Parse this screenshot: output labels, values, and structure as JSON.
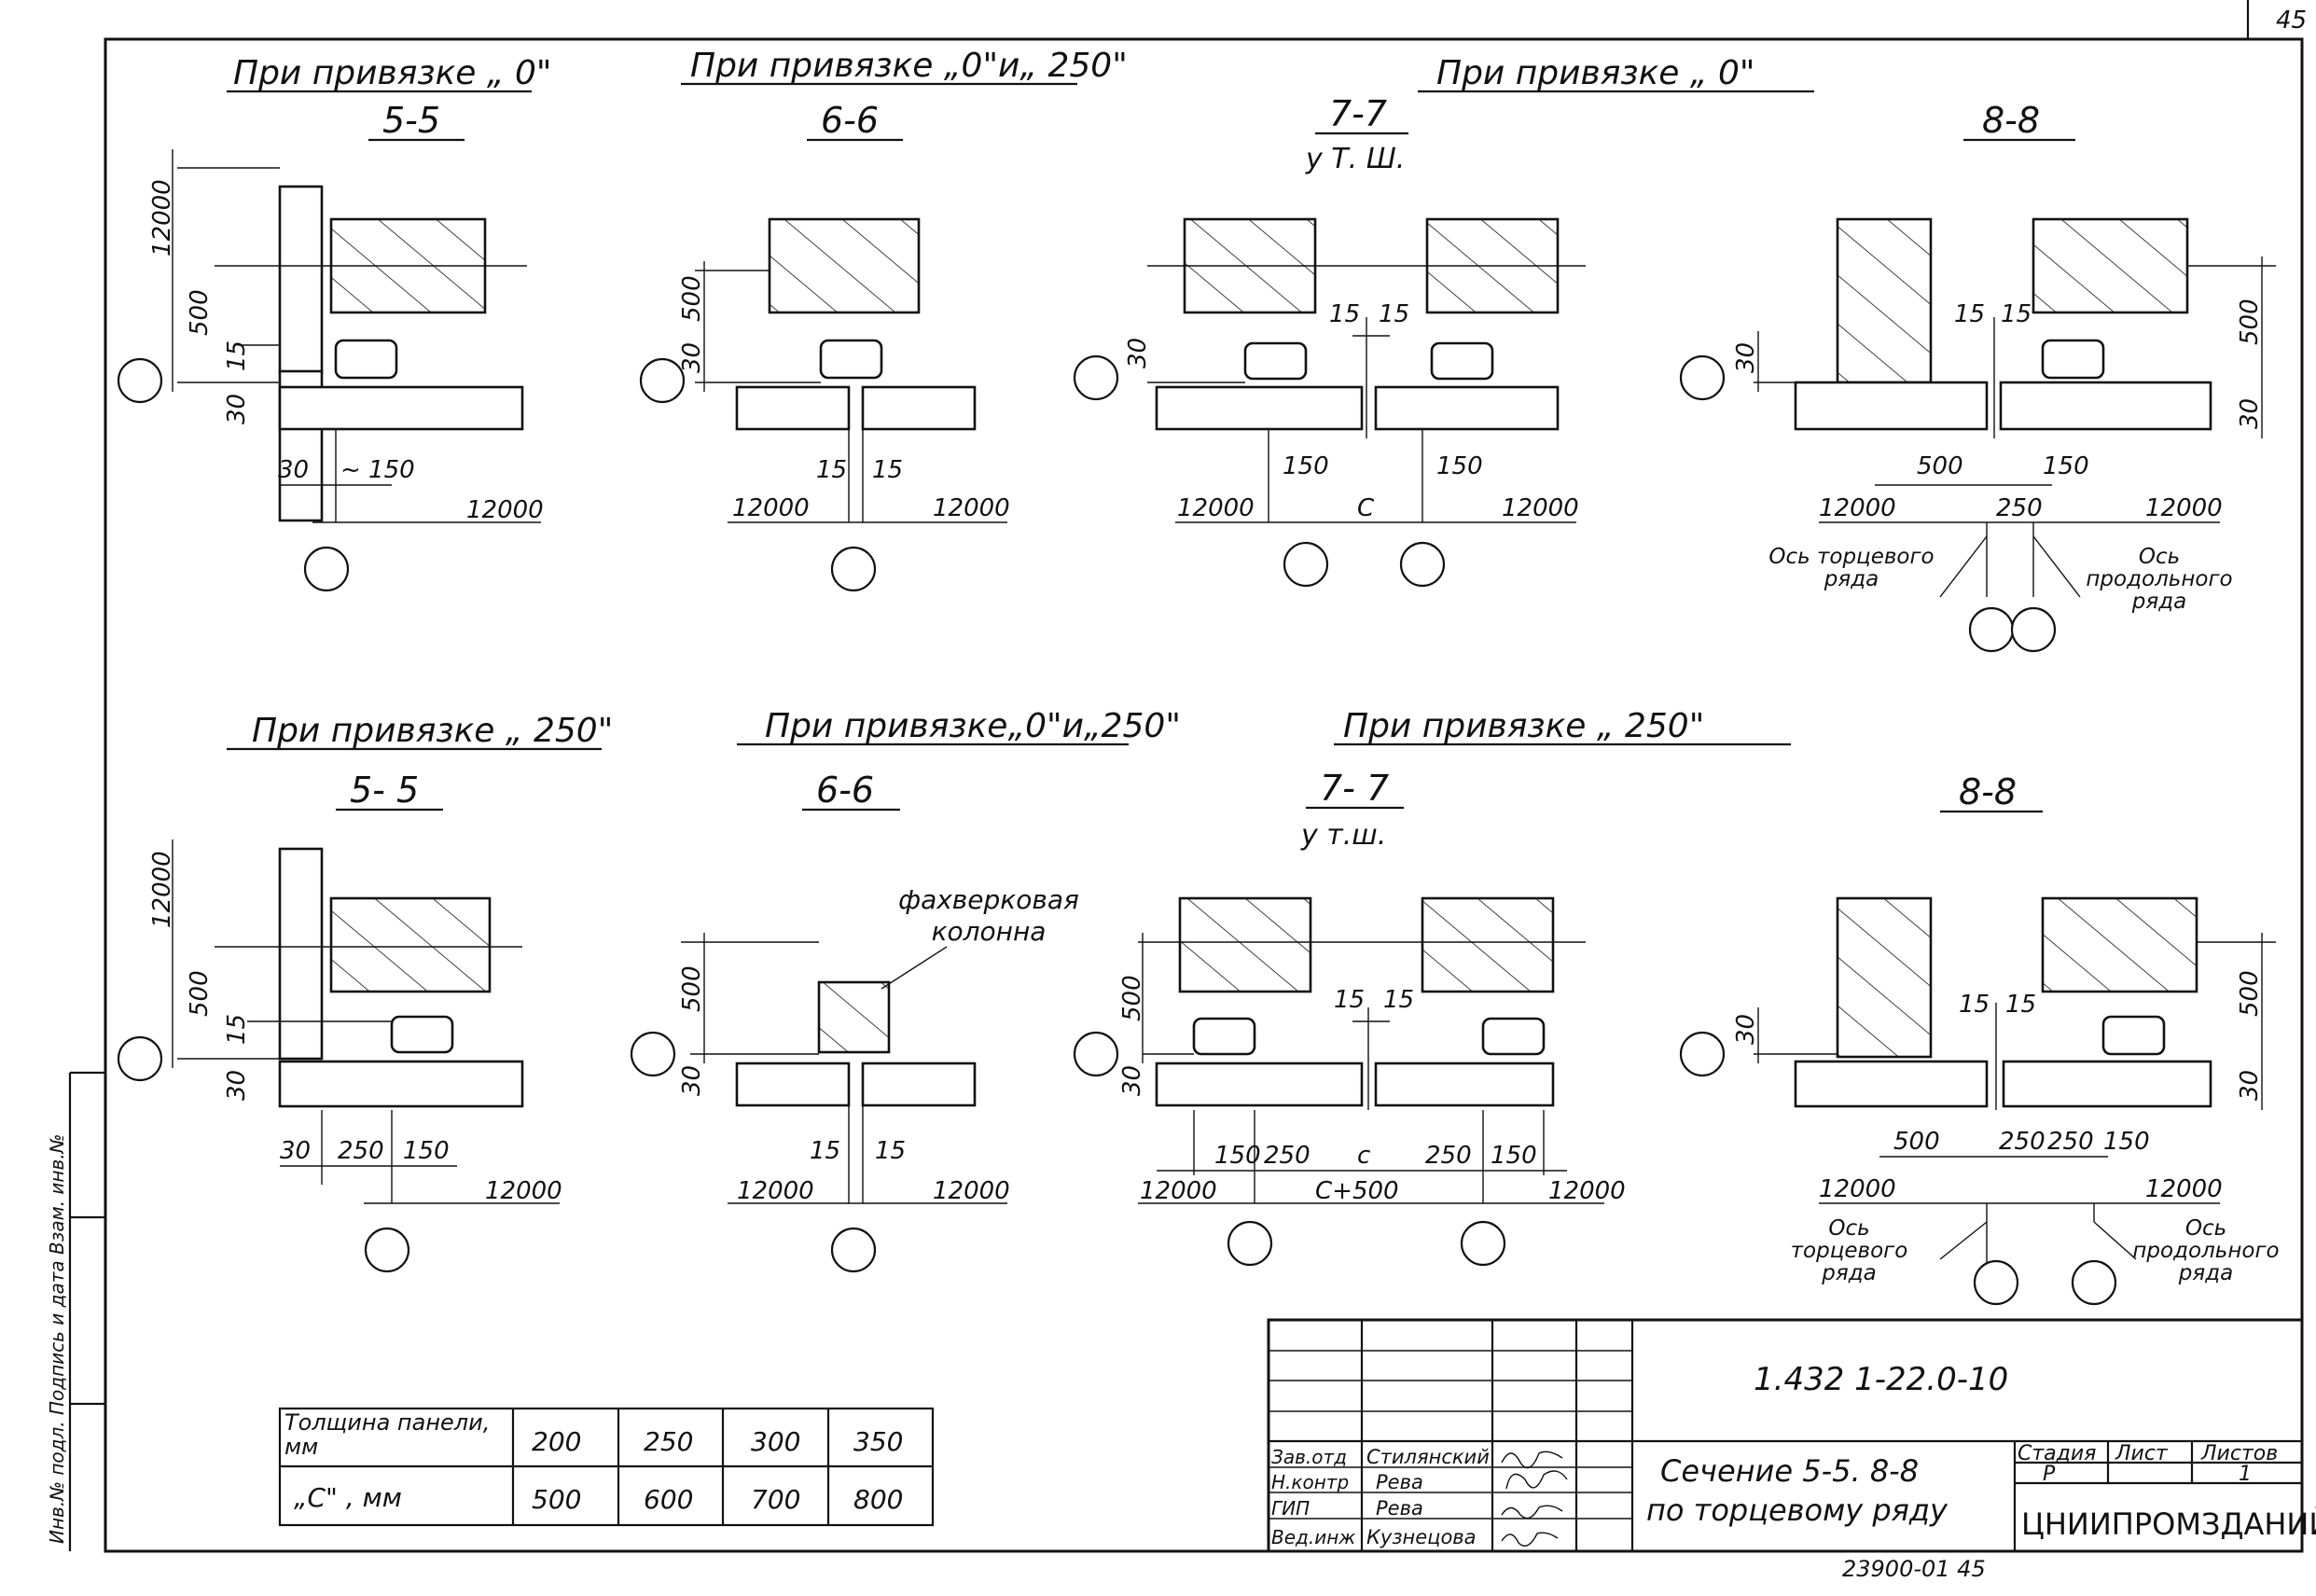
{
  "page_number": "45",
  "top_row": {
    "group1_title": "При привязке „ 0\"",
    "group2_title": "При привязке „0\"и„ 250\"",
    "group3_title": "При привязке „ 0\"",
    "sec_5_5": {
      "label": "5-5",
      "dims": {
        "h12000": "12000",
        "h500": "500",
        "h15": "15",
        "h30": "30",
        "b30": "30",
        "b150": "~ 150",
        "b12000": "12000"
      }
    },
    "sec_6_6": {
      "label": "6-6",
      "dims": {
        "h500": "500",
        "h30": "30",
        "b15a": "15",
        "b15b": "15",
        "l12000": "12000",
        "r12000": "12000"
      }
    },
    "sec_7_7": {
      "label": "7-7",
      "sub": "у Т. Ш.",
      "dims": {
        "h30": "30",
        "t15a": "15",
        "t15b": "15",
        "b150a": "150",
        "b150b": "150",
        "l12000": "12000",
        "c": "С",
        "r12000": "12000"
      }
    },
    "sec_8_8": {
      "label": "8-8",
      "dims": {
        "h30l": "30",
        "t15a": "15",
        "t15b": "15",
        "h500": "500",
        "h30r": "30",
        "b500": "500",
        "b150": "150",
        "l12000": "12000",
        "m250": "250",
        "r12000": "12000"
      },
      "axis_end": "Ось торцевого ряда",
      "axis_long": "Ось продольного ряда"
    }
  },
  "bottom_row": {
    "group1_title": "При привязке „ 250\"",
    "group2_title": "При привязке„0\"и„250\"",
    "group3_title": "При привязке „ 250\"",
    "sec_5_5": {
      "label": "5- 5",
      "dims": {
        "h12000": "12000",
        "h500": "500",
        "h15": "15",
        "h30": "30",
        "b30": "30",
        "b250": "250",
        "b150": "150",
        "b12000": "12000"
      }
    },
    "sec_6_6": {
      "label": "6-6",
      "column_note": "фахверковая колонна",
      "dims": {
        "h500": "500",
        "h30": "30",
        "b15a": "15",
        "b15b": "15",
        "l12000": "12000",
        "r12000": "12000"
      }
    },
    "sec_7_7": {
      "label": "7- 7",
      "sub": "у т.ш.",
      "dims": {
        "h500": "500",
        "h30": "30",
        "t15a": "15",
        "t15b": "15",
        "b150a": "150",
        "b250a": "250",
        "bc": "с",
        "b250b": "250",
        "b150b": "150",
        "l12000": "12000",
        "c500": "С+500",
        "r12000": "12000"
      }
    },
    "sec_8_8": {
      "label": "8-8",
      "dims": {
        "h30l": "30",
        "t15a": "15",
        "t15b": "15",
        "h500": "500",
        "h30r": "30",
        "b500": "500",
        "b250a": "250",
        "b250b": "250",
        "b150": "150",
        "l12000": "12000",
        "r12000": "12000"
      },
      "axis_end": "Ось торцевого ряда",
      "axis_long": "Ось продольного ряда"
    }
  },
  "thickness_table": {
    "row1_label": "Толщина панели, мм",
    "row2_label": "„С\" , мм",
    "values_thickness": [
      "200",
      "250",
      "300",
      "350"
    ],
    "values_c": [
      "500",
      "600",
      "700",
      "800"
    ]
  },
  "title_block": {
    "code": "1.432 1-22.0-10",
    "title_line1": "Сечение 5-5. 8-8",
    "title_line2": "по торцевому ряду",
    "stage_header": "Стадия",
    "sheet_header": "Лист",
    "sheets_header": "Листов",
    "stage_value": "Р",
    "sheets_value": "1",
    "org": "ЦНИИПРОМЗДАНИЙ",
    "roles": [
      "Зав.отд",
      "Н.контр",
      "ГИП",
      "Вед.инж"
    ],
    "names": [
      "Стилянский",
      "Рева",
      "Рева",
      "Кузнецова"
    ],
    "bottom_code": "23900-01 45"
  },
  "side_stamp": "Инв.№ подл. Подпись и дата Взам. инв.№"
}
